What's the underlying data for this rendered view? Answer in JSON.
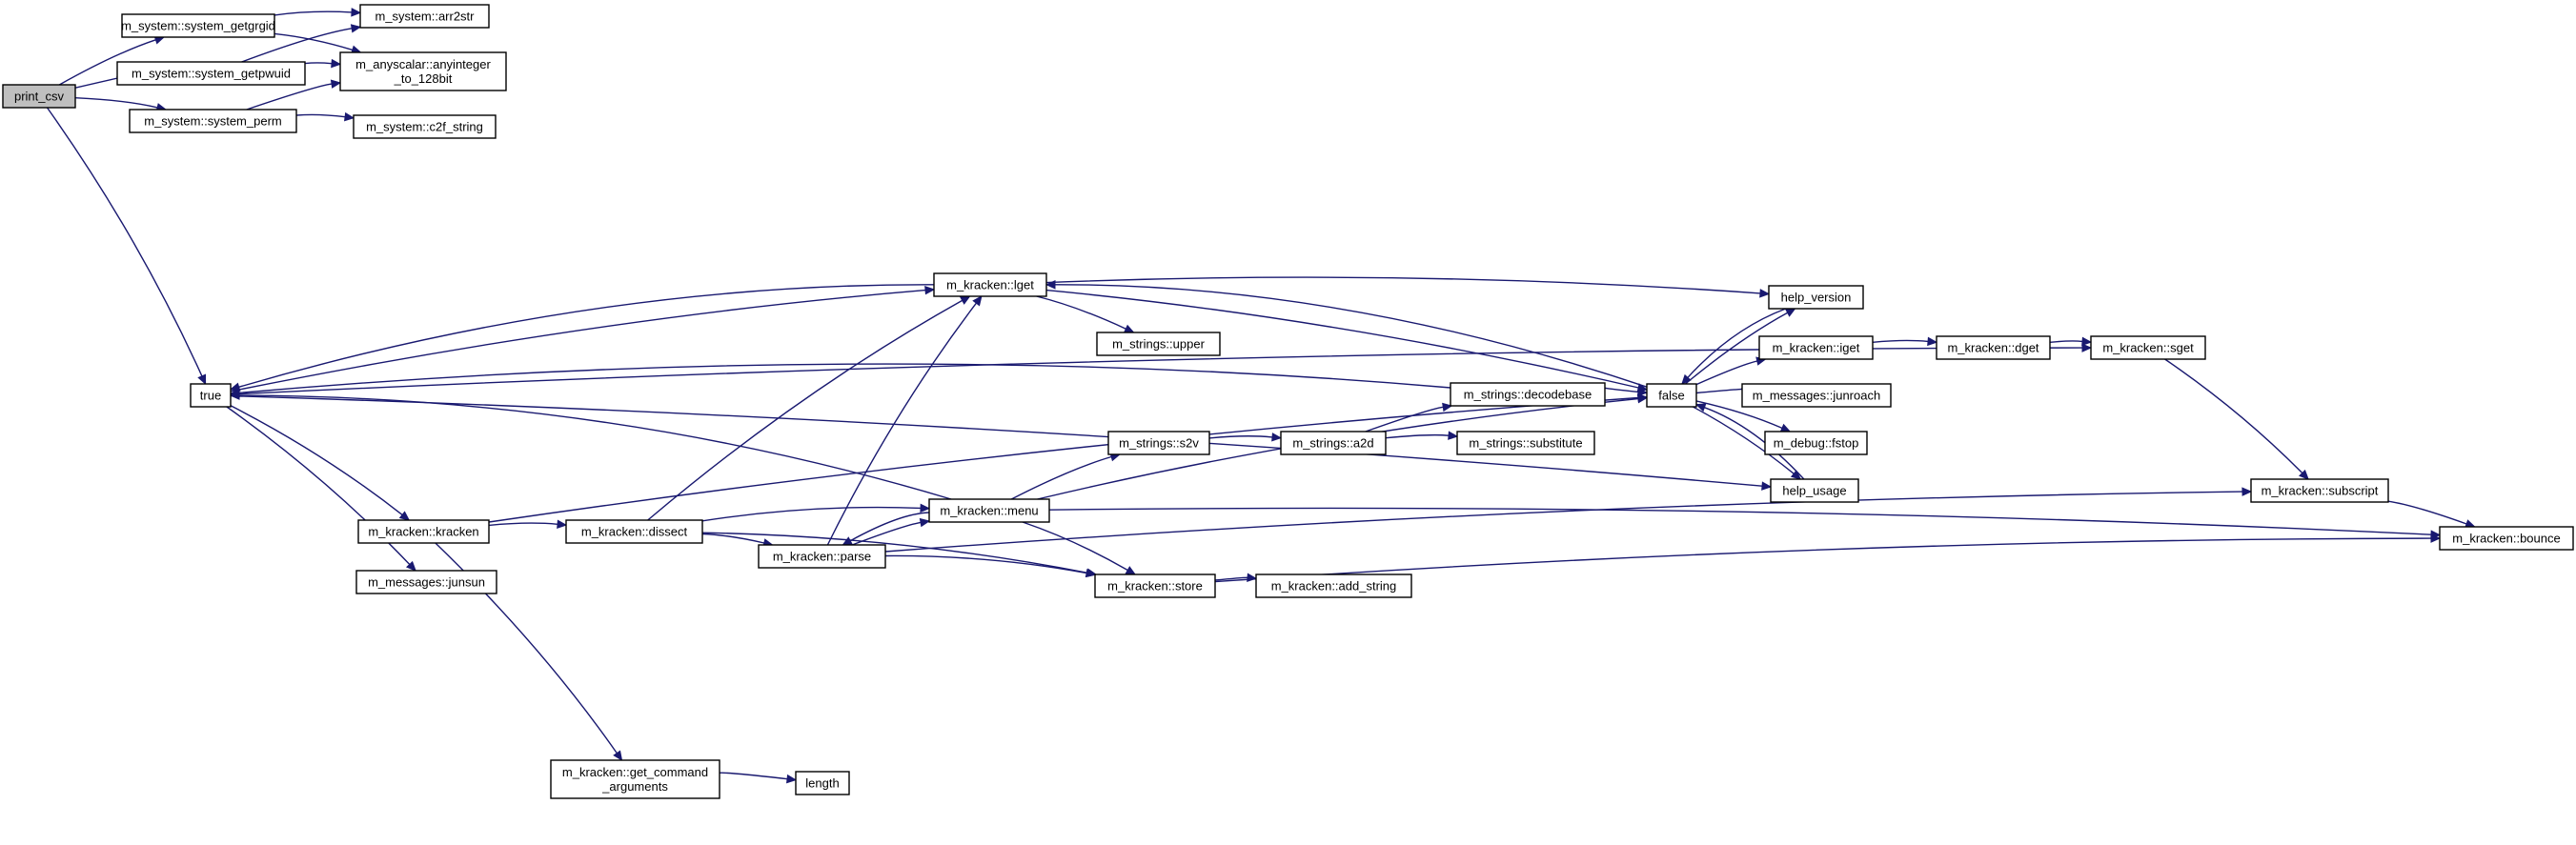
{
  "graph": {
    "nodes": [
      {
        "id": "print_csv",
        "lines": [
          "print_csv"
        ],
        "root": true
      },
      {
        "id": "getgrgid",
        "lines": [
          "m_system::system_getgrgid"
        ]
      },
      {
        "id": "getpwuid",
        "lines": [
          "m_system::system_getpwuid"
        ]
      },
      {
        "id": "perm",
        "lines": [
          "m_system::system_perm"
        ]
      },
      {
        "id": "arr2str",
        "lines": [
          "m_system::arr2str"
        ]
      },
      {
        "id": "anyint",
        "lines": [
          "m_anyscalar::anyinteger",
          "_to_128bit"
        ]
      },
      {
        "id": "c2f",
        "lines": [
          "m_system::c2f_string"
        ]
      },
      {
        "id": "true",
        "lines": [
          "true"
        ]
      },
      {
        "id": "lget",
        "lines": [
          "m_kracken::lget"
        ]
      },
      {
        "id": "upper",
        "lines": [
          "m_strings::upper"
        ]
      },
      {
        "id": "kracken",
        "lines": [
          "m_kracken::kracken"
        ]
      },
      {
        "id": "junsun",
        "lines": [
          "m_messages::junsun"
        ]
      },
      {
        "id": "dissect",
        "lines": [
          "m_kracken::dissect"
        ]
      },
      {
        "id": "getcmd",
        "lines": [
          "m_kracken::get_command",
          "_arguments"
        ]
      },
      {
        "id": "length",
        "lines": [
          "length"
        ]
      },
      {
        "id": "menu",
        "lines": [
          "m_kracken::menu"
        ]
      },
      {
        "id": "parse",
        "lines": [
          "m_kracken::parse"
        ]
      },
      {
        "id": "s2v",
        "lines": [
          "m_strings::s2v"
        ]
      },
      {
        "id": "a2d",
        "lines": [
          "m_strings::a2d"
        ]
      },
      {
        "id": "decodebase",
        "lines": [
          "m_strings::decodebase"
        ]
      },
      {
        "id": "substitute",
        "lines": [
          "m_strings::substitute"
        ]
      },
      {
        "id": "store",
        "lines": [
          "m_kracken::store"
        ]
      },
      {
        "id": "add_string",
        "lines": [
          "m_kracken::add_string"
        ]
      },
      {
        "id": "false",
        "lines": [
          "false"
        ]
      },
      {
        "id": "help_version",
        "lines": [
          "help_version"
        ]
      },
      {
        "id": "iget",
        "lines": [
          "m_kracken::iget"
        ]
      },
      {
        "id": "junroach",
        "lines": [
          "m_messages::junroach"
        ]
      },
      {
        "id": "fstop",
        "lines": [
          "m_debug::fstop"
        ]
      },
      {
        "id": "help_usage",
        "lines": [
          "help_usage"
        ]
      },
      {
        "id": "dget",
        "lines": [
          "m_kracken::dget"
        ]
      },
      {
        "id": "sget",
        "lines": [
          "m_kracken::sget"
        ]
      },
      {
        "id": "subscript",
        "lines": [
          "m_kracken::subscript"
        ]
      },
      {
        "id": "bounce",
        "lines": [
          "m_kracken::bounce"
        ]
      }
    ],
    "edges": [
      [
        "print_csv",
        "getgrgid"
      ],
      [
        "print_csv",
        "getpwuid"
      ],
      [
        "print_csv",
        "perm"
      ],
      [
        "print_csv",
        "true"
      ],
      [
        "getgrgid",
        "arr2str"
      ],
      [
        "getgrgid",
        "anyint"
      ],
      [
        "getpwuid",
        "arr2str"
      ],
      [
        "getpwuid",
        "anyint"
      ],
      [
        "perm",
        "anyint"
      ],
      [
        "perm",
        "c2f"
      ],
      [
        "true",
        "lget"
      ],
      [
        "true",
        "kracken"
      ],
      [
        "true",
        "junsun"
      ],
      [
        "true",
        "sget"
      ],
      [
        "true",
        "help_usage"
      ],
      [
        "lget",
        "true"
      ],
      [
        "lget",
        "upper"
      ],
      [
        "lget",
        "false"
      ],
      [
        "lget",
        "help_version"
      ],
      [
        "kracken",
        "dissect"
      ],
      [
        "kracken",
        "getcmd"
      ],
      [
        "kracken",
        "false"
      ],
      [
        "getcmd",
        "length"
      ],
      [
        "dissect",
        "lget"
      ],
      [
        "dissect",
        "menu"
      ],
      [
        "dissect",
        "parse"
      ],
      [
        "dissect",
        "store"
      ],
      [
        "menu",
        "true"
      ],
      [
        "menu",
        "parse"
      ],
      [
        "menu",
        "s2v"
      ],
      [
        "menu",
        "store"
      ],
      [
        "menu",
        "false"
      ],
      [
        "menu",
        "bounce"
      ],
      [
        "parse",
        "lget"
      ],
      [
        "parse",
        "menu"
      ],
      [
        "parse",
        "store"
      ],
      [
        "parse",
        "subscript"
      ],
      [
        "s2v",
        "a2d"
      ],
      [
        "a2d",
        "decodebase"
      ],
      [
        "a2d",
        "substitute"
      ],
      [
        "decodebase",
        "true"
      ],
      [
        "decodebase",
        "false"
      ],
      [
        "store",
        "add_string"
      ],
      [
        "store",
        "bounce"
      ],
      [
        "false",
        "lget"
      ],
      [
        "false",
        "help_version"
      ],
      [
        "false",
        "iget"
      ],
      [
        "false",
        "junroach"
      ],
      [
        "false",
        "fstop"
      ],
      [
        "false",
        "help_usage"
      ],
      [
        "help_version",
        "false"
      ],
      [
        "help_usage",
        "false"
      ],
      [
        "iget",
        "dget"
      ],
      [
        "dget",
        "sget"
      ],
      [
        "sget",
        "subscript"
      ],
      [
        "subscript",
        "bounce"
      ]
    ]
  }
}
